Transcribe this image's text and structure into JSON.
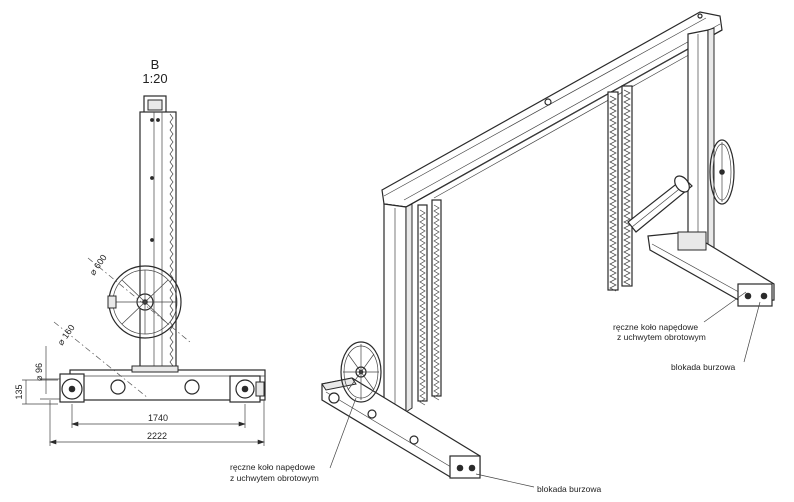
{
  "view": {
    "name": "B",
    "scale": "1:20"
  },
  "dimensions": {
    "wheel_diameter": "⌀ 600",
    "hub_diameter": "⌀ 160",
    "base_diameter": "⌀ 96",
    "height_135": "135",
    "span_inner": "1740",
    "span_outer": "2222"
  },
  "callouts": {
    "wheel_right_line1": "ręczne koło napędowe",
    "wheel_right_line2": "z uchwytem obrotowym",
    "brake_right": "blokada burzowa",
    "wheel_bottom_line1": "ręczne koło napędowe",
    "wheel_bottom_line2": "z uchwytem obrotowym",
    "brake_bottom": "blokada burzowa"
  }
}
